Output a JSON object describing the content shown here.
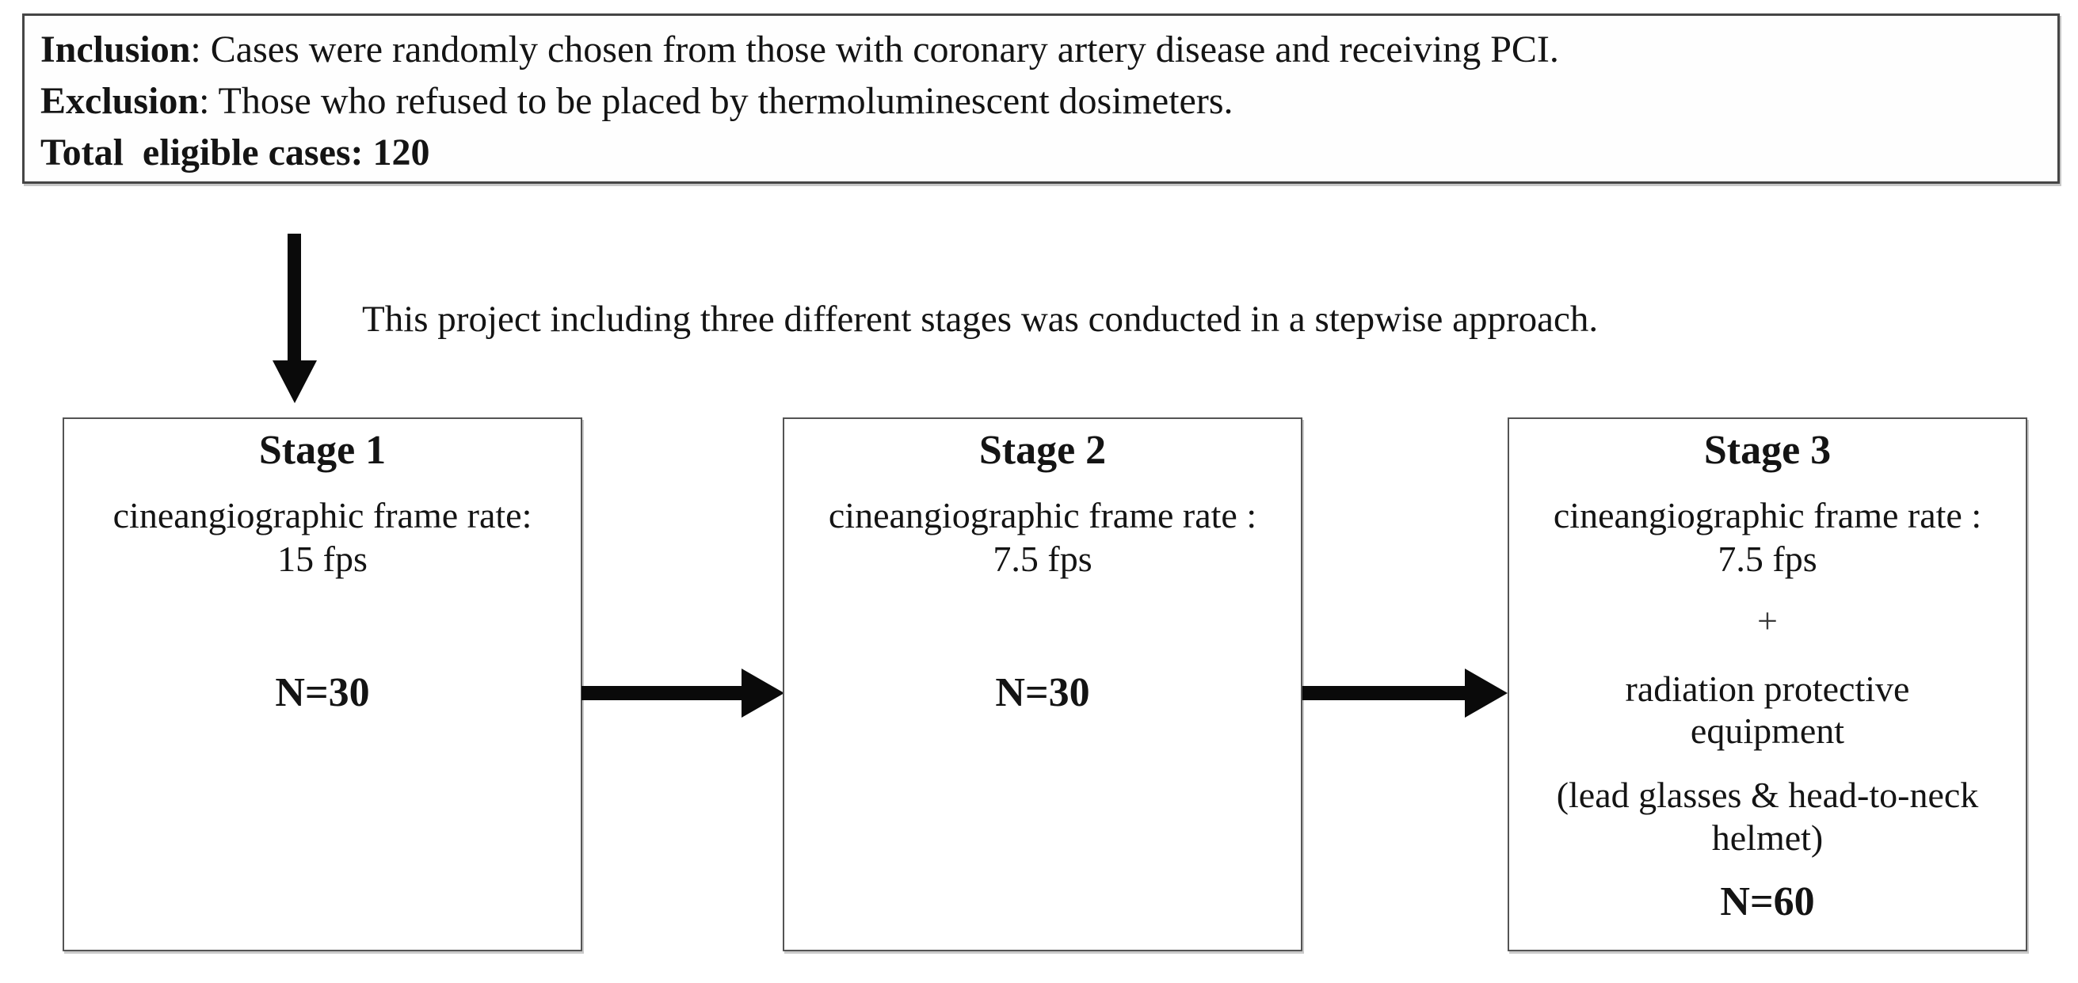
{
  "criteria_box": {
    "inclusion_label": "Inclusion",
    "inclusion_text": ": Cases were randomly chosen from those with coronary artery disease and receiving PCI.",
    "exclusion_label": "Exclusion",
    "exclusion_text": ": Those who refused to be placed by thermoluminescent dosimeters.",
    "total_line": "Total  eligible cases: 120"
  },
  "transition": {
    "note": "This project including three different stages was conducted in a stepwise approach."
  },
  "stages": [
    {
      "title": "Stage 1",
      "rate_label": "cineangiographic frame rate:",
      "rate_value": "15 fps",
      "n_label": "N=30"
    },
    {
      "title": "Stage 2",
      "rate_label": "cineangiographic frame rate :",
      "rate_value": "7.5 fps",
      "n_label": "N=30"
    },
    {
      "title": "Stage 3",
      "rate_label": "cineangiographic frame rate :",
      "rate_value": "7.5 fps",
      "plus": "+",
      "equipment": "radiation protective equipment",
      "equipment_detail": "(lead glasses & head-to-neck helmet)",
      "n_label": "N=60"
    }
  ],
  "colors": {
    "background": "#ffffff",
    "text": "#141414",
    "arrow": "#0a0a0a",
    "criteria_border": "#454545",
    "stage_border": "#545454"
  }
}
